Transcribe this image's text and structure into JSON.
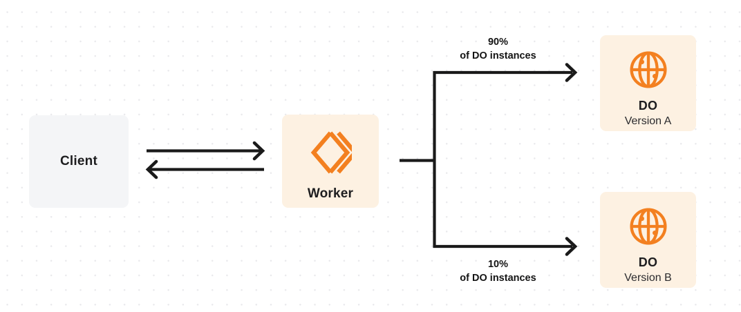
{
  "diagram": {
    "type": "architecture-flow",
    "background": {
      "color": "#ffffff",
      "dot_grid_color": "#e9e9ec"
    },
    "palette": {
      "orange": "#f38020",
      "cream": "#fdf1e2",
      "gray_box": "#f4f5f7",
      "ink": "#1d1d1f",
      "stroke": "#1a1a1a"
    },
    "nodes": [
      {
        "id": "client",
        "title": "Client",
        "icon": "none",
        "fill": "#f4f5f7"
      },
      {
        "id": "worker",
        "title": "Worker",
        "icon": "cloudflare-workers-icon",
        "fill": "#fdf1e2"
      },
      {
        "id": "do-a",
        "title": "DO",
        "subtitle": "Version A",
        "icon": "durable-object-globe-icon",
        "fill": "#fdf1e2"
      },
      {
        "id": "do-b",
        "title": "DO",
        "subtitle": "Version B",
        "icon": "durable-object-globe-icon",
        "fill": "#fdf1e2"
      }
    ],
    "edges": [
      {
        "id": "client-to-worker",
        "from": "client",
        "to": "worker",
        "direction": "right",
        "label": ""
      },
      {
        "id": "worker-to-client",
        "from": "worker",
        "to": "client",
        "direction": "left",
        "label": ""
      },
      {
        "id": "worker-to-do-a",
        "from": "worker",
        "to": "do-a",
        "direction": "right",
        "label_line1": "90%",
        "label_line2": "of DO instances"
      },
      {
        "id": "worker-to-do-b",
        "from": "worker",
        "to": "do-b",
        "direction": "right",
        "label_line1": "10%",
        "label_line2": "of DO instances"
      }
    ]
  },
  "labels": {
    "client_title": "Client",
    "worker_title": "Worker",
    "do_a_title": "DO",
    "do_a_subtitle": "Version A",
    "do_b_title": "DO",
    "do_b_subtitle": "Version B",
    "split_top_percent": "90%",
    "split_top_caption": "of DO instances",
    "split_bottom_percent": "10%",
    "split_bottom_caption": "of DO instances"
  }
}
